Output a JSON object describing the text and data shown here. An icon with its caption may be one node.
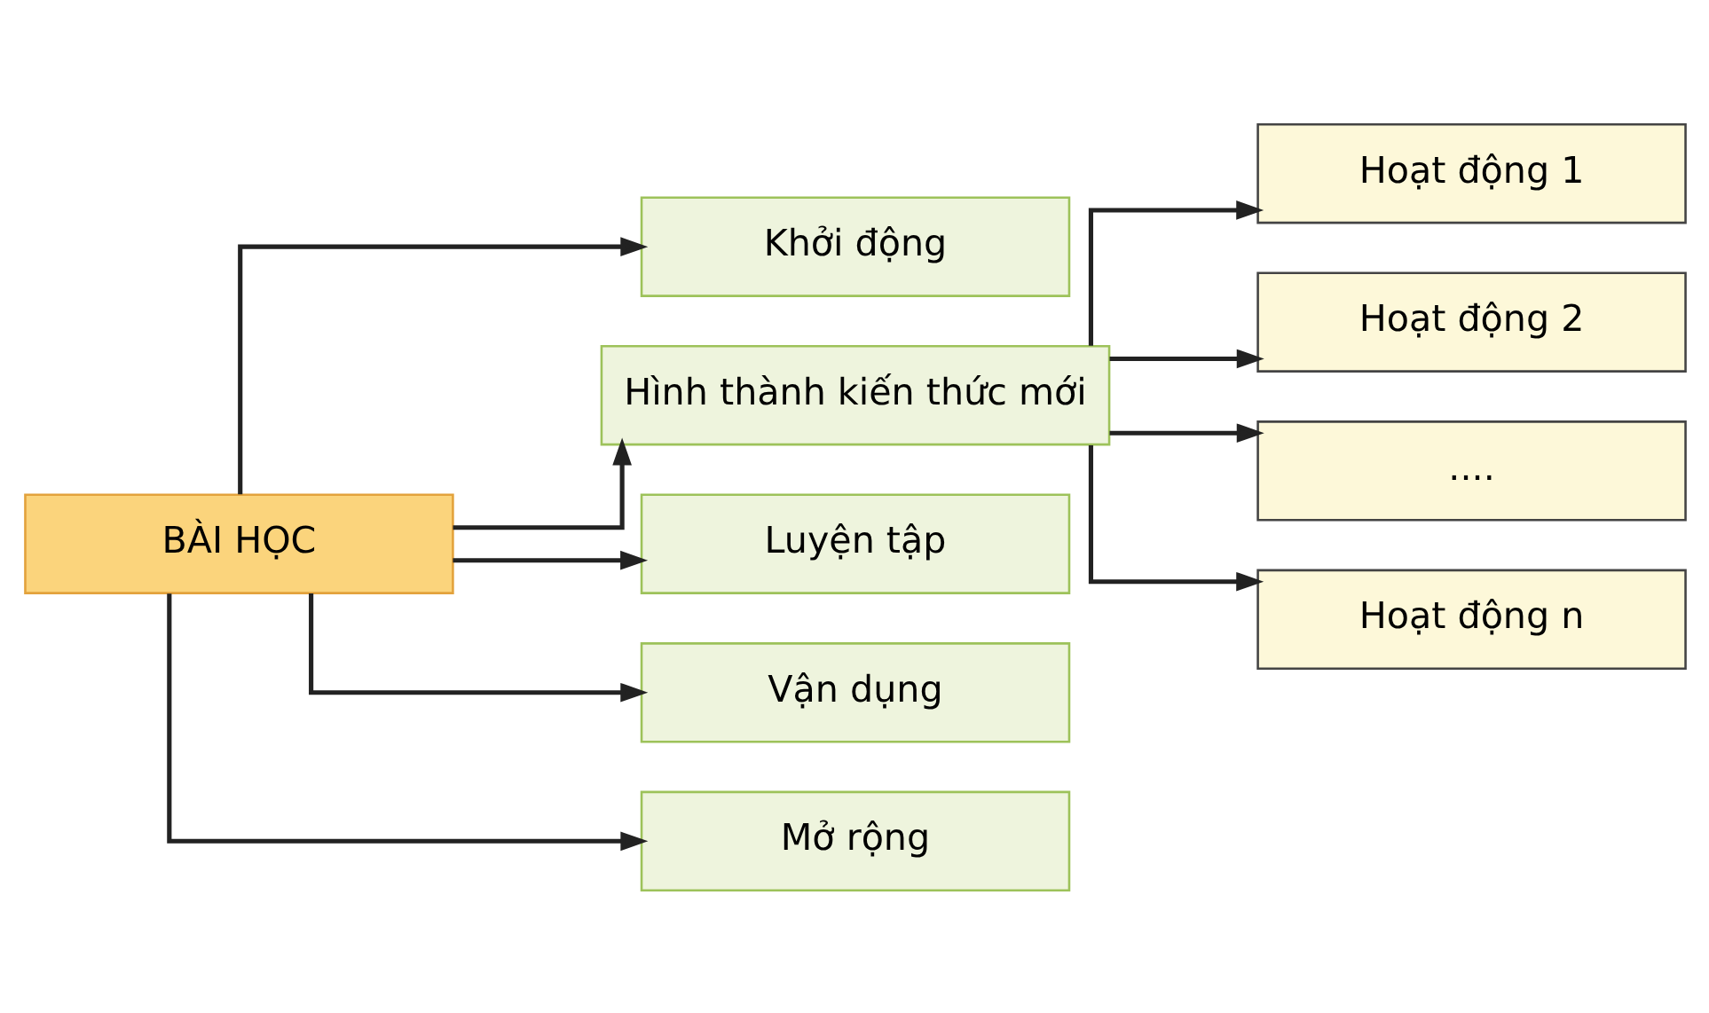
{
  "diagram": {
    "nodes": [
      {
        "text": [
          "BÀI HỌC"
        ]
      },
      {
        "text": [
          "Khởi động"
        ]
      },
      {
        "text": [
          "Hình thành kiến thức mới"
        ]
      },
      {
        "text": [
          "Luyện tập"
        ]
      },
      {
        "text": [
          "Vận dụng"
        ]
      },
      {
        "text": [
          "Mở rộng"
        ]
      },
      {
        "text": [
          "Hoạt động 1"
        ]
      },
      {
        "text": [
          "Hoạt động 2"
        ]
      },
      {
        "text": [
          "...."
        ]
      },
      {
        "text": [
          "Hoạt động n"
        ]
      }
    ],
    "edges": [
      {
        "from": 0,
        "to": 1,
        "arrow": "to"
      },
      {
        "from": 0,
        "to": 2,
        "arrow": "to"
      },
      {
        "from": 0,
        "to": 3,
        "arrow": "to"
      },
      {
        "from": 0,
        "to": 4,
        "arrow": "to"
      },
      {
        "from": 0,
        "to": 5,
        "arrow": "to"
      },
      {
        "from": 2,
        "to": 6,
        "arrow": "to"
      },
      {
        "from": 2,
        "to": 7,
        "arrow": "to"
      },
      {
        "from": 2,
        "to": 8,
        "arrow": "to"
      },
      {
        "from": 2,
        "to": 9,
        "arrow": "to"
      }
    ]
  }
}
